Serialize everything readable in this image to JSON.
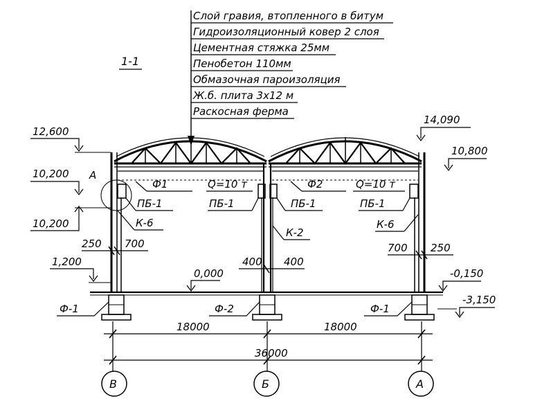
{
  "section_label": "1-1",
  "layers": [
    "Слой гравия, втопленного в битум",
    "Гидроизоляционный ковер 2 слоя",
    "Цементная стяжка 25мм",
    "Пенобетон 110мм",
    "Обмазочная пароизоляция",
    "Ж.б. плита 3х12 м",
    "Раскосная ферма"
  ],
  "elevations": {
    "left_top": "12,600",
    "left_mid": "10,200",
    "left_low": "10,200",
    "left_base": "1,200",
    "right_top": "14,090",
    "right_mid": "10,800",
    "floor": "0,000",
    "right_ground": "-0,150",
    "right_foundation": "-3,150"
  },
  "node_label": "А",
  "trusses": {
    "left": "Ф1",
    "right": "Ф2"
  },
  "crane_load": {
    "left": "Q=10 т",
    "right": "Q=10 т"
  },
  "beams": [
    "ПБ-1",
    "ПБ-1",
    "ПБ-1",
    "ПБ-1"
  ],
  "columns": {
    "left": "К-6",
    "middle": "К-2",
    "right": "К-6"
  },
  "offsets": {
    "left_outer": "250",
    "left_inner": "700",
    "mid_left": "400",
    "mid_right": "400",
    "right_inner": "700",
    "right_outer": "250"
  },
  "foundations": {
    "left": "Ф-1",
    "middle": "Ф-2",
    "right": "Ф-1"
  },
  "spans": {
    "left": "18000",
    "right": "18000",
    "total": "36000"
  },
  "axes": [
    "В",
    "Б",
    "А"
  ]
}
